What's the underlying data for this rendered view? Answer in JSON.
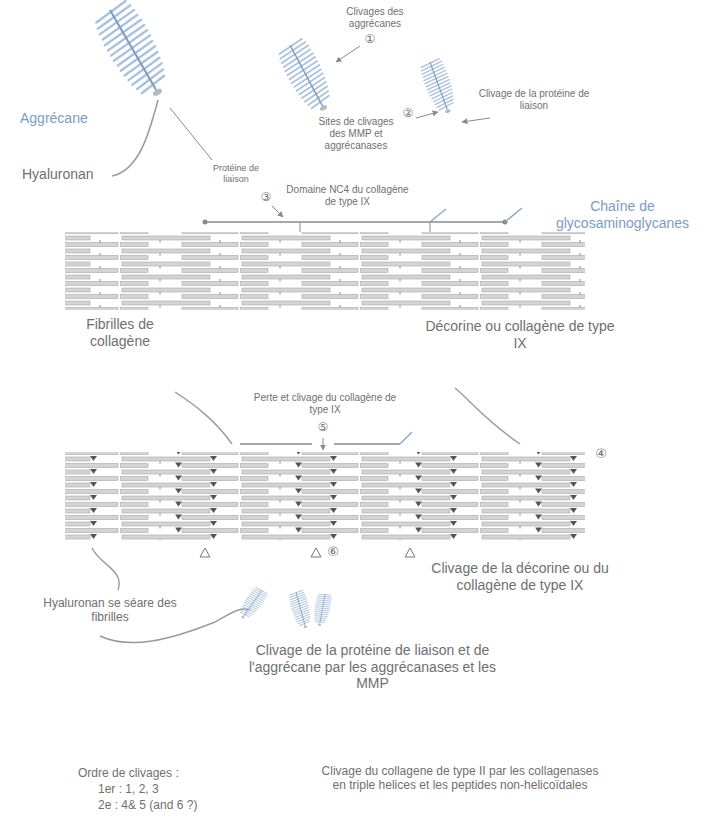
{
  "diagram": {
    "labels": [
      "Aggrécane",
      "Clivages des aggrécanes",
      "①",
      "Hyaluronan",
      "Protéine de liaison",
      "Sites de clivages des MMP et aggrécanases",
      "②",
      "Clivage de la protéine de liaison",
      "③",
      "Domaine NC4 du collagène de type IX",
      "Chaîne de glycosaminoglycanes",
      "Fibrilles de collagène",
      "Décorine ou collagène de type IX",
      "Perte et clivage du collagène de type IX",
      "⑤",
      "④",
      "⑥",
      "Clivage de la décorine ou du collagène de type IX",
      "Hyaluronan se séare des fibrilles",
      "Clivage de la protéine de liaison et de l'aggrécane par les aggrécanases et les MMP",
      "Ordre de clivages :",
      "1er : 1, 2, 3",
      "2e : 4& 5 (and 6 ?)",
      "Clivage du collagene de type II par les collagenases en triple helices et les peptides non-helicoïdales"
    ]
  }
}
